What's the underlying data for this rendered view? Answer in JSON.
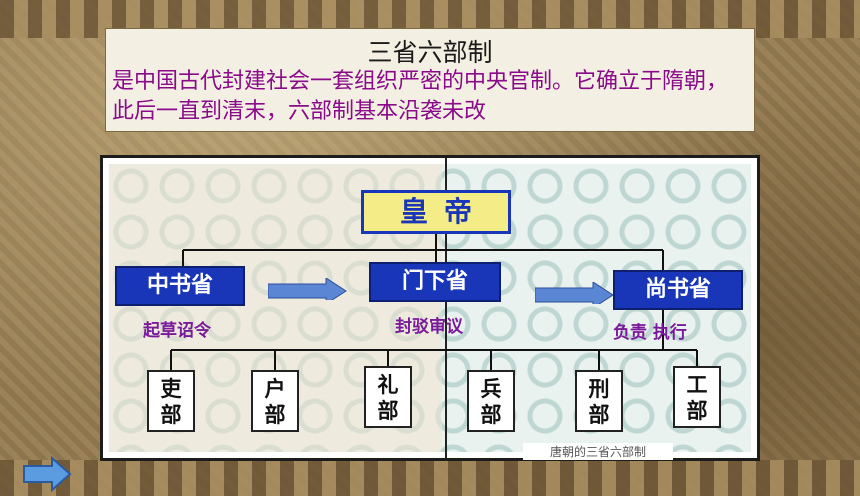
{
  "header": {
    "title": "三省六部制",
    "description": "是中国古代封建社会一套组织严密的中央官制。它确立于隋朝，此后一直到清末，六部制基本沿袭未改"
  },
  "diagram": {
    "emperor": "皇帝",
    "provinces": [
      {
        "name": "中书省",
        "role": "起草诏令"
      },
      {
        "name": "门下省",
        "role": "封驳审议"
      },
      {
        "name": "尚书省",
        "role": "负责 执行"
      }
    ],
    "ministries": [
      "吏部",
      "户部",
      "礼部",
      "兵部",
      "刑部",
      "工部"
    ],
    "caption": "唐朝的三省六部制"
  },
  "colors": {
    "box_blue": "#1a36b8",
    "emperor_fill": "#f4ec86",
    "role_text": "#7a1a9a",
    "desc_text": "#8a0a8a"
  },
  "nav": {
    "next_icon": "arrow-right-icon"
  }
}
